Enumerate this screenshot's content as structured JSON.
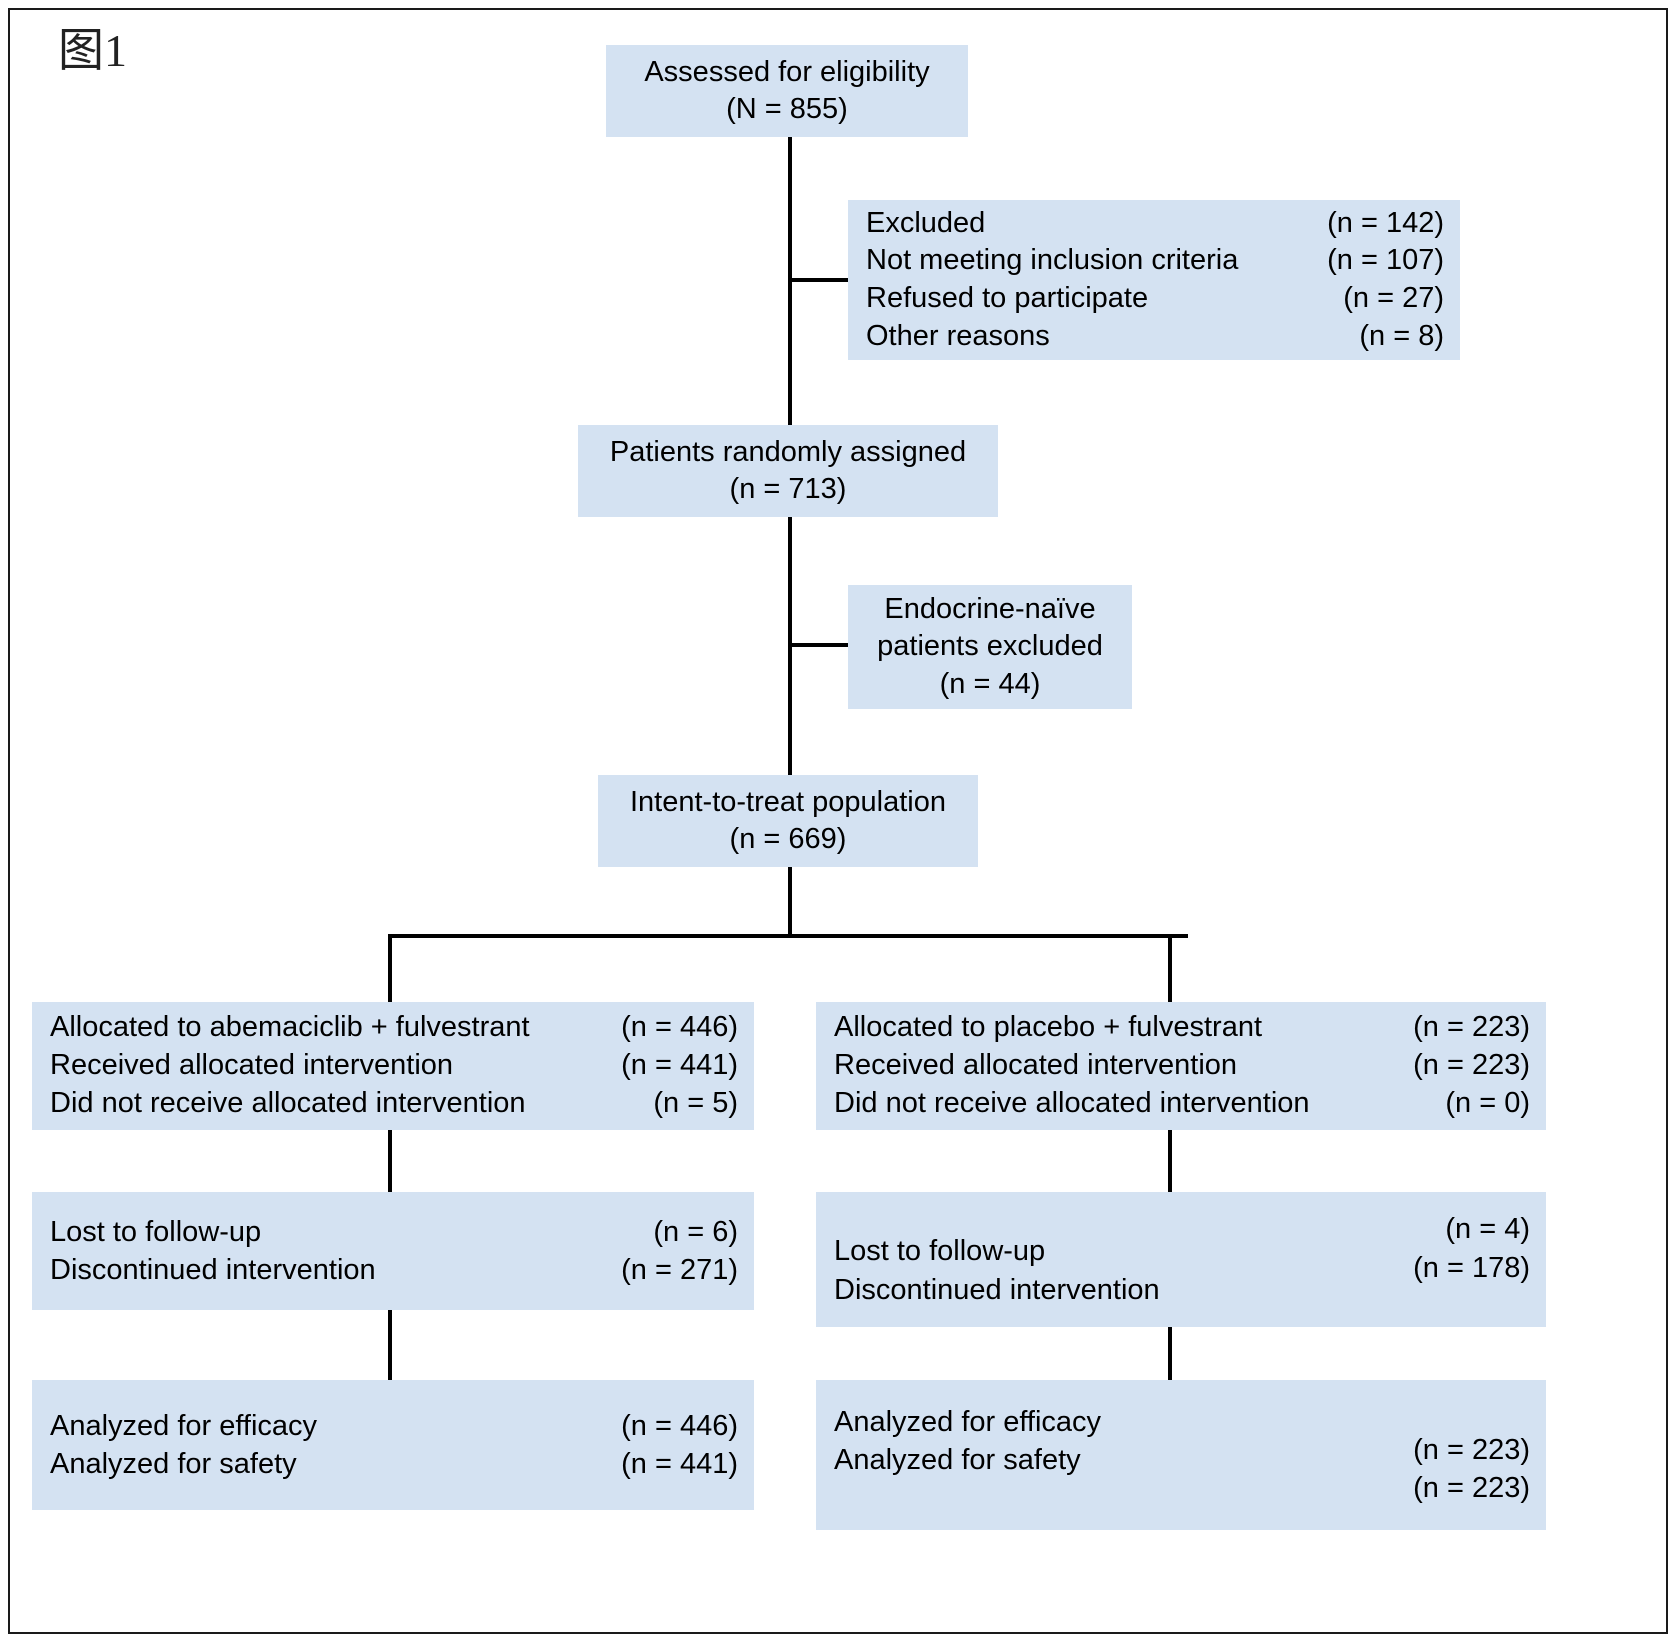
{
  "figure": {
    "label": "图1",
    "box_fill": "#d4e2f2",
    "line_color": "#000000",
    "border_color": "#1a1a1a"
  },
  "nodes": {
    "assessed": {
      "line1": "Assessed for eligibility",
      "line2": "(N = 855)"
    },
    "excluded": {
      "rows": [
        {
          "label": "Excluded",
          "n": "(n = 142)"
        },
        {
          "label": "Not meeting inclusion criteria",
          "n": "(n = 107)"
        },
        {
          "label": "Refused to participate",
          "n": "(n = 27)"
        },
        {
          "label": "Other reasons",
          "n": "(n = 8)"
        }
      ]
    },
    "randomized": {
      "line1": "Patients randomly assigned",
      "line2": "(n = 713)"
    },
    "endocrine_naive_excluded": {
      "line1": "Endocrine-naïve",
      "line2": "patients excluded",
      "line3": "(n = 44)"
    },
    "itt": {
      "line1": "Intent-to-treat population",
      "line2": "(n = 669)"
    },
    "left_allocation": {
      "rows": [
        {
          "label": "Allocated to abemaciclib + fulvestrant",
          "n": "(n = 446)"
        },
        {
          "label": "Received allocated intervention",
          "n": "(n = 441)"
        },
        {
          "label": "Did not receive allocated intervention",
          "n": "(n = 5)"
        }
      ]
    },
    "right_allocation": {
      "rows": [
        {
          "label": "Allocated to placebo + fulvestrant",
          "n": "(n = 223)"
        },
        {
          "label": "Received allocated intervention",
          "n": "(n = 223)"
        },
        {
          "label": "Did not receive allocated intervention",
          "n": "(n = 0)"
        }
      ]
    },
    "left_followup": {
      "labels": [
        "Lost to follow-up",
        "Discontinued intervention"
      ],
      "nums": [
        "(n = 6)",
        "(n = 271)"
      ]
    },
    "right_followup": {
      "labels": [
        "Lost to follow-up",
        "Discontinued intervention"
      ],
      "nums": [
        "(n = 4)",
        "(n = 178)"
      ]
    },
    "left_analysis": {
      "labels": [
        "Analyzed for efficacy",
        "Analyzed for safety"
      ],
      "nums": [
        "(n = 446)",
        "(n = 441)"
      ]
    },
    "right_analysis": {
      "labels": [
        "Analyzed for efficacy",
        "Analyzed for safety"
      ],
      "nums": [
        "(n = 223)",
        "(n = 223)"
      ]
    }
  }
}
